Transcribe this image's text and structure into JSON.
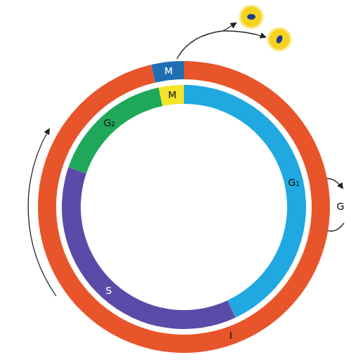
{
  "diagram": {
    "nodes": [
      {
        "text": [
          "M"
        ]
      },
      {
        "text": [
          "M"
        ]
      },
      {
        "text": [
          "G₂"
        ]
      },
      {
        "text": [
          "G₁"
        ]
      },
      {
        "text": [
          "S"
        ]
      },
      {
        "text": [
          "I"
        ]
      }
    ],
    "labels": [
      "G"
    ]
  }
}
